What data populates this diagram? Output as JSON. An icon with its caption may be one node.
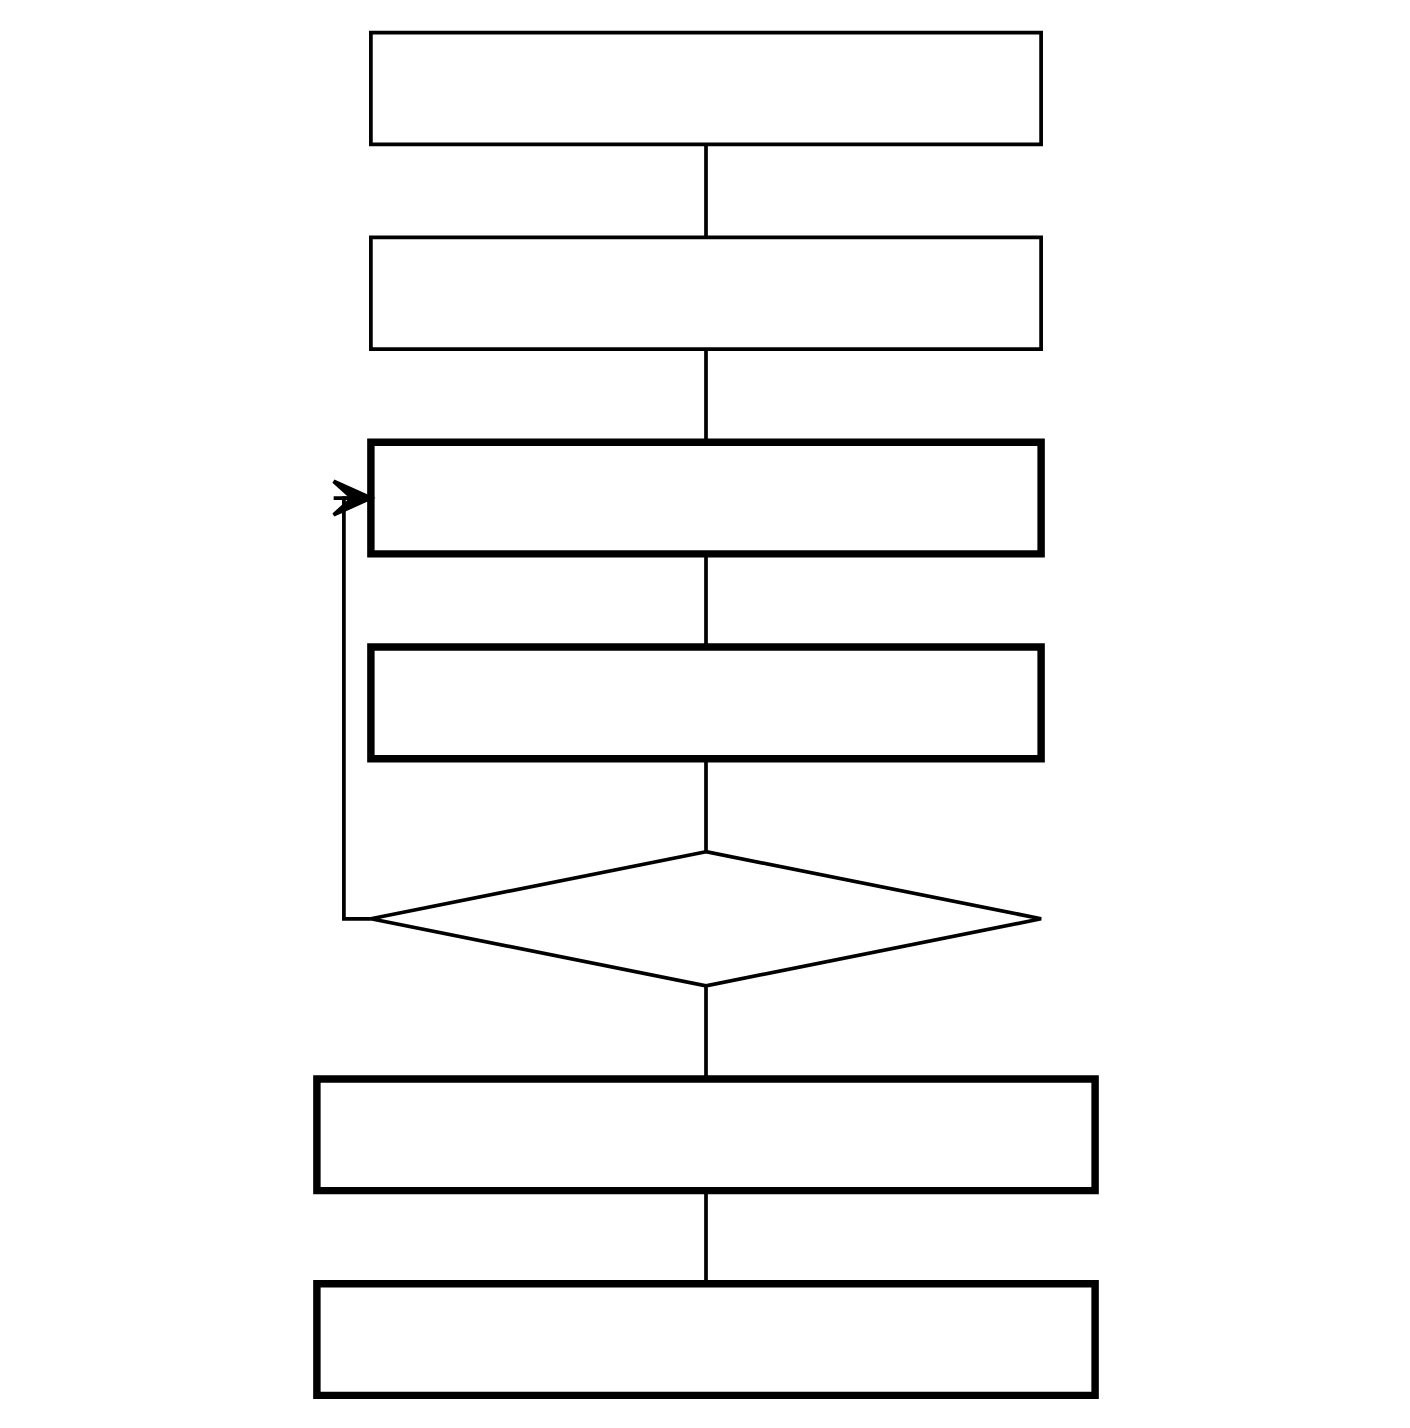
{
  "diagram": {
    "nodes": [
      {
        "text": [],
        "shape": "box"
      },
      {
        "text": [],
        "shape": "box"
      },
      {
        "text": [],
        "shape": "box"
      },
      {
        "text": [],
        "shape": "box"
      },
      {
        "text": [],
        "shape": "diamond"
      },
      {
        "text": [],
        "shape": "box"
      },
      {
        "text": [],
        "shape": "box"
      }
    ],
    "edges": [
      {
        "from": 0,
        "to": 1,
        "arrow": "none"
      },
      {
        "from": 1,
        "to": 2,
        "arrow": "none"
      },
      {
        "from": 2,
        "to": 3,
        "arrow": "none"
      },
      {
        "from": 3,
        "to": 4,
        "arrow": "none"
      },
      {
        "from": 4,
        "to": 2,
        "arrow": "to"
      },
      {
        "from": 4,
        "to": 5,
        "arrow": "none"
      },
      {
        "from": 5,
        "to": 6,
        "arrow": "none"
      }
    ]
  }
}
